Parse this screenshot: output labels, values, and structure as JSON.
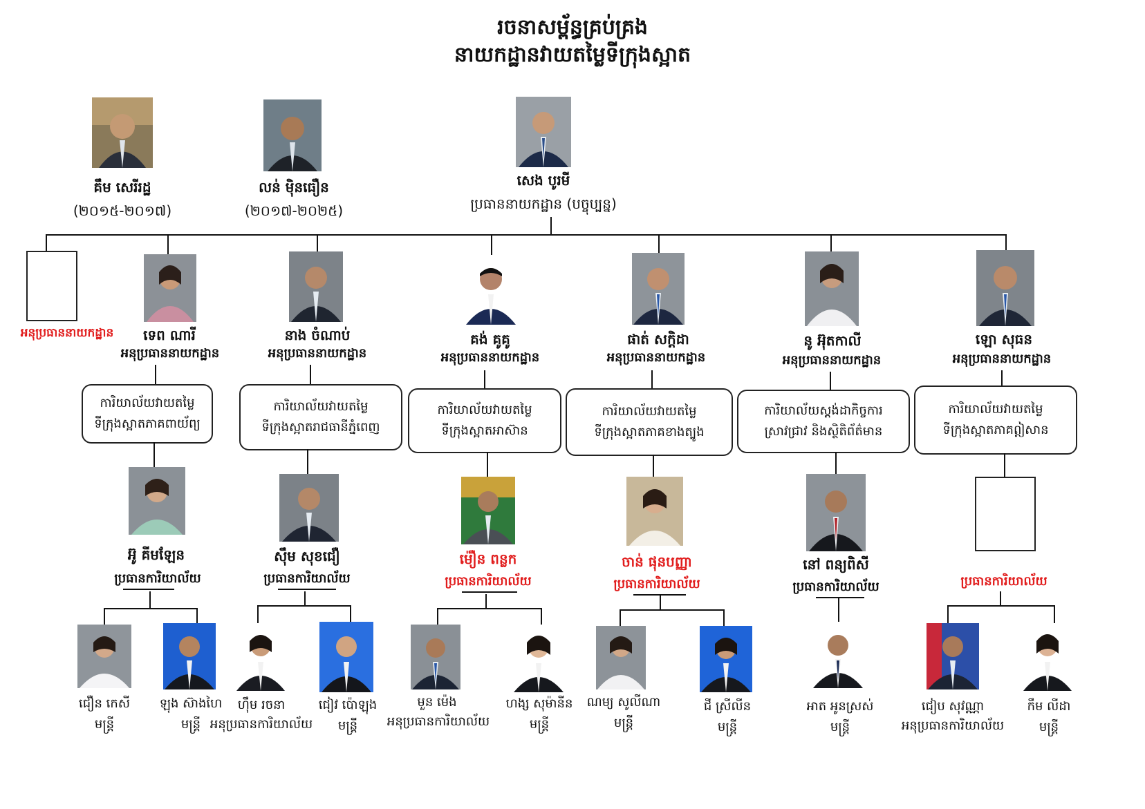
{
  "title": {
    "line1": "រចនាសម្ព័ន្ធគ្រប់គ្រង",
    "line2": "នាយកដ្ឋានវាយតម្លៃទីក្រុងស្អាត"
  },
  "former_directors": [
    {
      "name": "គឹម សេរីរដ្ឋ",
      "term": "(២០១៥-២០១៧)"
    },
    {
      "name": "លន់ ម៉ិនធឿន",
      "term": "(២០១៧-២០២៥)"
    }
  ],
  "director": {
    "name": "សេង បូរមី",
    "role": "ប្រធាននាយកដ្ឋាន (បច្ចុប្បន្ន)"
  },
  "deputies": [
    {
      "name": "",
      "role": "អនុប្រធាននាយកដ្ឋាន",
      "vacant": true
    },
    {
      "name": "ទេព ណារី",
      "role": "អនុប្រធាននាយកដ្ឋាន"
    },
    {
      "name": "នាង ចំណាប់",
      "role": "អនុប្រធាននាយកដ្ឋាន"
    },
    {
      "name": "គង់ គូគូ",
      "role": "អនុប្រធាននាយកដ្ឋាន"
    },
    {
      "name": "ផាត់ សក្ដិដា",
      "role": "អនុប្រធាននាយកដ្ឋាន"
    },
    {
      "name": "នូ អ៊ុតកាលី",
      "role": "អនុប្រធាននាយកដ្ឋាន"
    },
    {
      "name": "ឡោ សុធន",
      "role": "អនុប្រធាននាយកដ្ឋាន"
    }
  ],
  "offices": [
    {
      "line1": "ការិយាល័យវាយតម្លៃ",
      "line2": "ទីក្រុងស្អាតភាគពាយ័ព្យ"
    },
    {
      "line1": "ការិយាល័យវាយតម្លៃ",
      "line2": "ទីក្រុងស្អាតរាជធានីភ្នំពេញ"
    },
    {
      "line1": "ការិយាល័យវាយតម្លៃ",
      "line2": "ទីក្រុងស្អាតអាស៊ាន"
    },
    {
      "line1": "ការិយាល័យវាយតម្លៃ",
      "line2": "ទីក្រុងស្អាតភាគខាងត្បូង"
    },
    {
      "line1": "ការិយាល័យស្តង់ដាកិច្ចការ",
      "line2": "ស្រាវជ្រាវ និងស្ថិតិព័ត៌មាន"
    },
    {
      "line1": "ការិយាល័យវាយតម្លៃ",
      "line2": "ទីក្រុងស្អាតភាគឦសាន"
    }
  ],
  "office_chiefs": [
    {
      "name": "អ៊ូ គីមឡែន",
      "role": "ប្រធានការិយាល័យ"
    },
    {
      "name": "ស៊ឹម សុខជឿ",
      "role": "ប្រធានការិយាល័យ"
    },
    {
      "name": "ម៉ឿន ពន្លក",
      "role": "ប្រធានការិយាល័យ"
    },
    {
      "name": "ចាន់ ផុនបញ្ញា",
      "role": "ប្រធានការិយាល័យ"
    },
    {
      "name": "នៅ ពន្យពិសី",
      "role": "ប្រធានការិយាល័យ"
    },
    {
      "name": "",
      "role": "ប្រធានការិយាល័យ",
      "vacant": true
    }
  ],
  "staff": [
    {
      "name": "ជឿន កេសី",
      "role": "មន្ត្រី"
    },
    {
      "name": "ឡុង ស៊ាងហៃ",
      "role": "មន្ត្រី"
    },
    {
      "name": "ហ៊ឹម រចនា",
      "role": "អនុប្រធានការិយាល័យ"
    },
    {
      "name": "ជៀវ ប៉ោឡុង",
      "role": "មន្ត្រី"
    },
    {
      "name": "មួន ម៉េង",
      "role": "អនុប្រធានការិយាល័យ"
    },
    {
      "name": "ហង្ស សុម៉ានីន",
      "role": "មន្ត្រី"
    },
    {
      "name": "ណម្យ សូលីណា",
      "role": "មន្ត្រី"
    },
    {
      "name": "ជី ស្រីលីន",
      "role": "មន្ត្រី"
    },
    {
      "name": "អាត អូនស្រស់",
      "role": "មន្ត្រី"
    },
    {
      "name": "ជៀប សុវណ្ណា",
      "role": "អនុប្រធានការិយាល័យ"
    },
    {
      "name": "កឹម លីដា",
      "role": "មន្ត្រី"
    }
  ],
  "colors": {
    "vacant_red": "#e11d1d",
    "line": "#111111"
  }
}
